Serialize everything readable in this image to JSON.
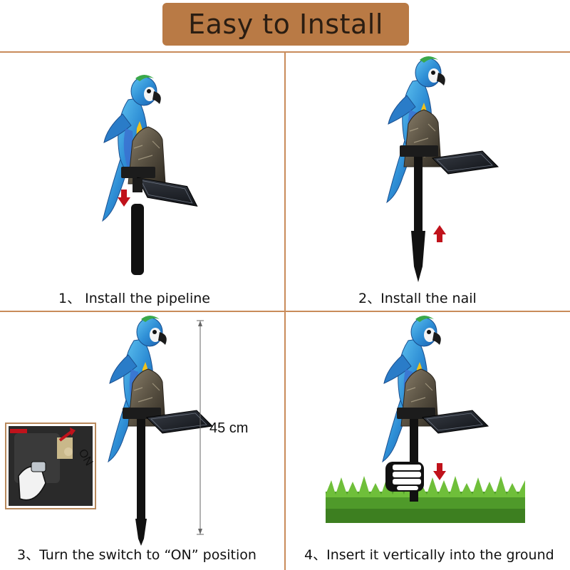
{
  "title": "Easy to Install",
  "steps": [
    {
      "caption": "1、 Install the pipeline"
    },
    {
      "caption": "2、Install the nail"
    },
    {
      "caption": "3、Turn the switch to “ON” position"
    },
    {
      "caption": "4、Insert it vertically into the ground"
    }
  ],
  "height_label": "45 cm",
  "switch_label": "ON",
  "colors": {
    "banner": "#b97a45",
    "divider": "#c98b5a",
    "parrot_blue": "#2f8fd6",
    "arrow_red": "#c0121b",
    "grass": "#4f9a2a"
  },
  "icons": [
    "parrot-figure",
    "solar-panel",
    "stake-pole",
    "red-arrow",
    "hand-icon",
    "switch-closeup",
    "grass"
  ]
}
